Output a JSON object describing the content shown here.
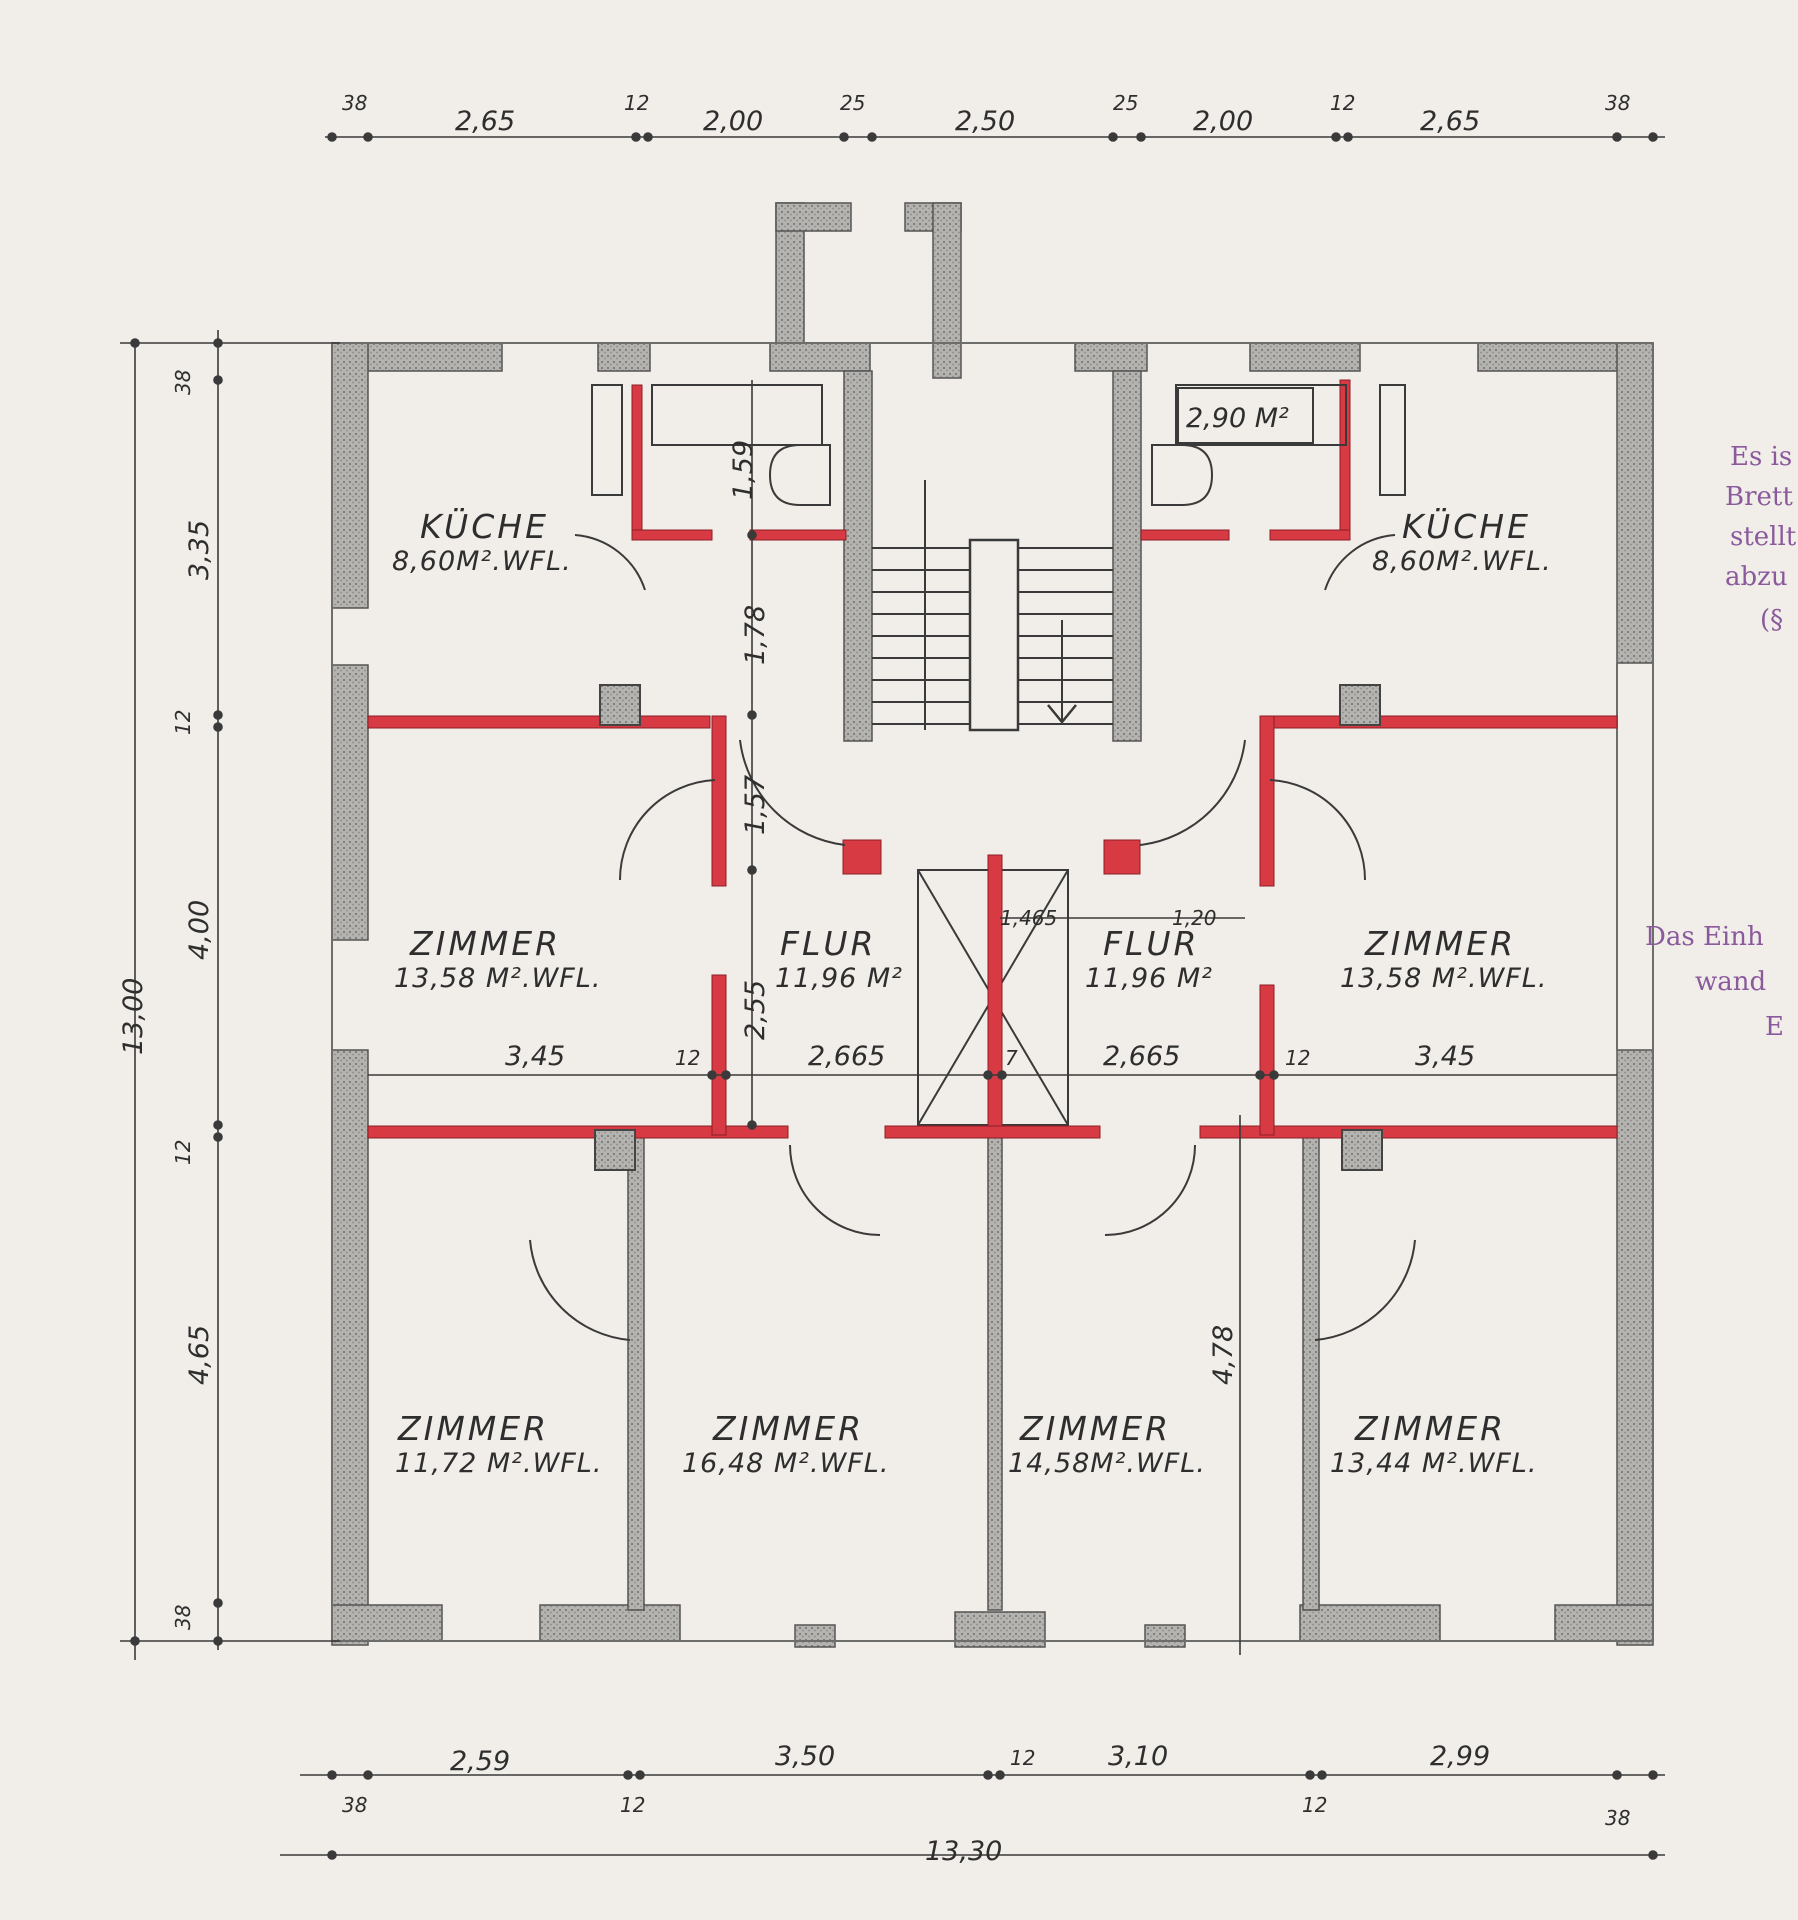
{
  "colors": {
    "paper": "#f1eee9",
    "wall_outer": "#9a9a98",
    "wall_new": "#d83a44",
    "ink": "#2e2e2e",
    "stamp": "#8a5a9c"
  },
  "rooms": {
    "kitchen_left": {
      "name": "KÜCHE",
      "area": "8,60M².WFL."
    },
    "kitchen_right": {
      "name": "KÜCHE",
      "area": "8,60M².WFL."
    },
    "room_mid_left": {
      "name": "ZIMMER",
      "area": "13,58 M².WFL."
    },
    "room_mid_right": {
      "name": "ZIMMER",
      "area": "13,58 M².WFL."
    },
    "hall_left": {
      "name": "FLUR",
      "area": "11,96 M²"
    },
    "hall_right": {
      "name": "FLUR",
      "area": "11,96 M²"
    },
    "room_bottom_1": {
      "name": "ZIMMER",
      "area": "11,72 M².WFL."
    },
    "room_bottom_2": {
      "name": "ZIMMER",
      "area": "16,48 M².WFL."
    },
    "room_bottom_3": {
      "name": "ZIMMER",
      "area": "14,58M².WFL."
    },
    "room_bottom_4": {
      "name": "ZIMMER",
      "area": "13,44 M².WFL."
    },
    "bath_box": "2,90 M²"
  },
  "dims_top": [
    "38",
    "2,65",
    "12",
    "2,00",
    "25",
    "2,50",
    "25",
    "2,00",
    "12",
    "2,65",
    "38"
  ],
  "dims_bottom": [
    "38",
    "2,59",
    "12",
    "3,50",
    "12",
    "3,10",
    "12",
    "2,99",
    "38"
  ],
  "dim_total_width": "13,30",
  "dims_left": [
    "38",
    "3,35",
    "12",
    "4,00",
    "12",
    "4,65",
    "38"
  ],
  "dim_total_height": "13,00",
  "dims_interior": {
    "d159": "1,59",
    "d178": "1,78",
    "d157": "1,57",
    "d255": "2,55",
    "d345_l": "3,45",
    "d12_l": "12",
    "d2665_l": "2,665",
    "d7": "7",
    "d2665_r": "2,665",
    "d12_r": "12",
    "d345_r": "3,45",
    "d1465": "1,465",
    "d120": "1,20",
    "d478": "4,78"
  },
  "stamp_lines": [
    "Es is",
    "Brett",
    "stellt",
    "abzu",
    "(§",
    "Das Einh",
    "wand",
    "E"
  ]
}
